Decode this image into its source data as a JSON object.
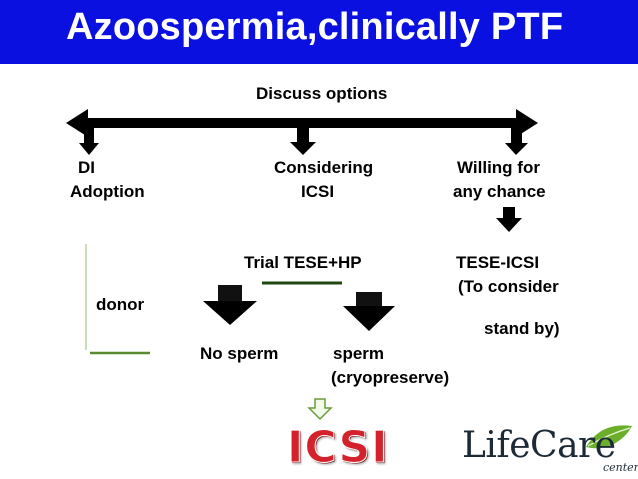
{
  "title": "Azoospermia,clinically PTF",
  "diagram": {
    "discuss": "Discuss options",
    "left_col": {
      "line1": "DI",
      "line2": "Adoption",
      "donor": "donor"
    },
    "mid_col": {
      "line1": "Considering",
      "line2": "ICSI",
      "trial": "Trial TESE+HP",
      "no_sperm": "No sperm",
      "sperm": "sperm",
      "cryo": "(cryopreserve)"
    },
    "right_col": {
      "line1": "Willing for",
      "line2": "any chance",
      "tese": "TESE-ICSI",
      "consider": "(To consider",
      "standby": "stand by)"
    }
  },
  "footer": {
    "icsi_logo": "ICSI",
    "brand_main": "LifeCare",
    "brand_sub": "center",
    "leaf_icon": "leaf-icon"
  },
  "colors": {
    "title_bg": "#0a10e0",
    "arrow_dark": "#000000",
    "accent_green": "#5a8a2e",
    "icsi_red": "#d4222c"
  }
}
